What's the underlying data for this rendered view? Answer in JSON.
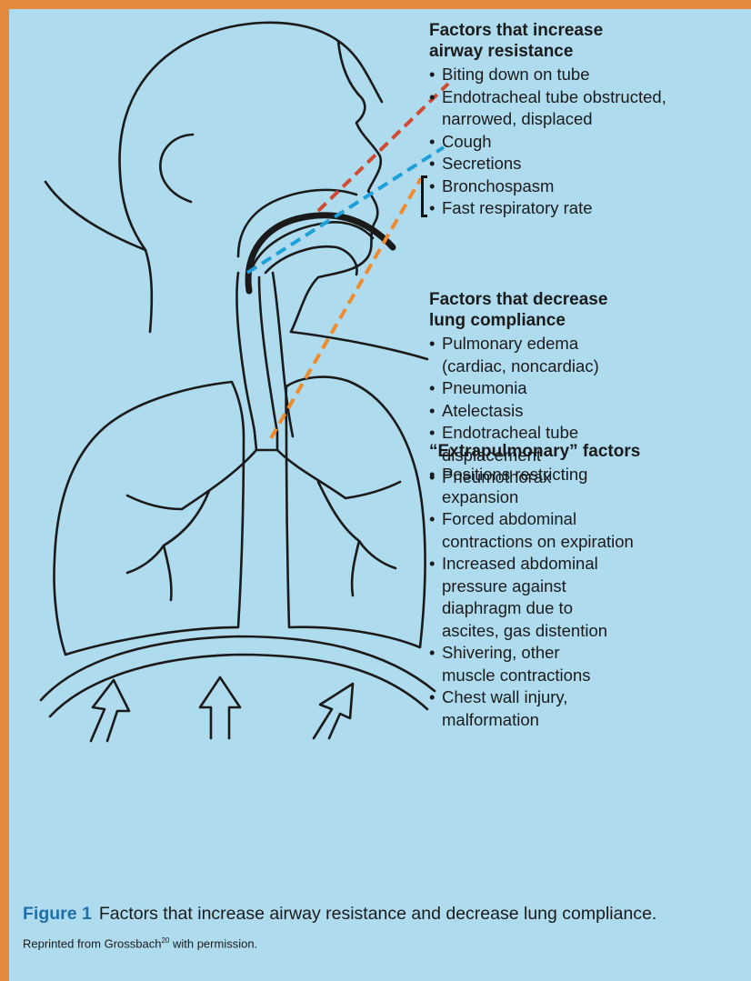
{
  "colors": {
    "frame": "#e38a3c",
    "panel": "#aedbee",
    "caption_label": "#1f6fa8",
    "line_red": "#d14a32",
    "line_blue": "#1e9fd8",
    "line_orange": "#f08a2c"
  },
  "groups": {
    "resistance": {
      "title_line1": "Factors that increase",
      "title_line2": "airway resistance",
      "items": [
        "Biting down on tube",
        "Endotracheal tube obstructed,",
        "narrowed, displaced",
        "Cough",
        "Secretions",
        "Bronchospasm",
        "Fast respiratory rate"
      ]
    },
    "compliance": {
      "title_line1": "Factors that decrease",
      "title_line2": "lung compliance",
      "items": [
        "Pulmonary edema",
        "(cardiac, noncardiac)",
        "Pneumonia",
        "Atelectasis",
        "Endotracheal tube",
        "displacement",
        "Pneumothorax"
      ]
    },
    "extrapulmonary": {
      "title": "“Extrapulmonary” factors",
      "items": [
        "Positions restricting",
        "expansion",
        "Forced abdominal",
        "contractions on expiration",
        "Increased abdominal",
        "pressure against",
        "diaphragm due to",
        "ascites, gas distention",
        "Shivering, other",
        "muscle contractions",
        "Chest wall injury,",
        "malformation"
      ]
    }
  },
  "caption": {
    "label": "Figure 1",
    "text": "Factors that increase airway resistance and decrease lung compliance."
  },
  "credit": {
    "text_before": "Reprinted from Grossbach",
    "superscript": "20",
    "text_after": " with permission."
  }
}
